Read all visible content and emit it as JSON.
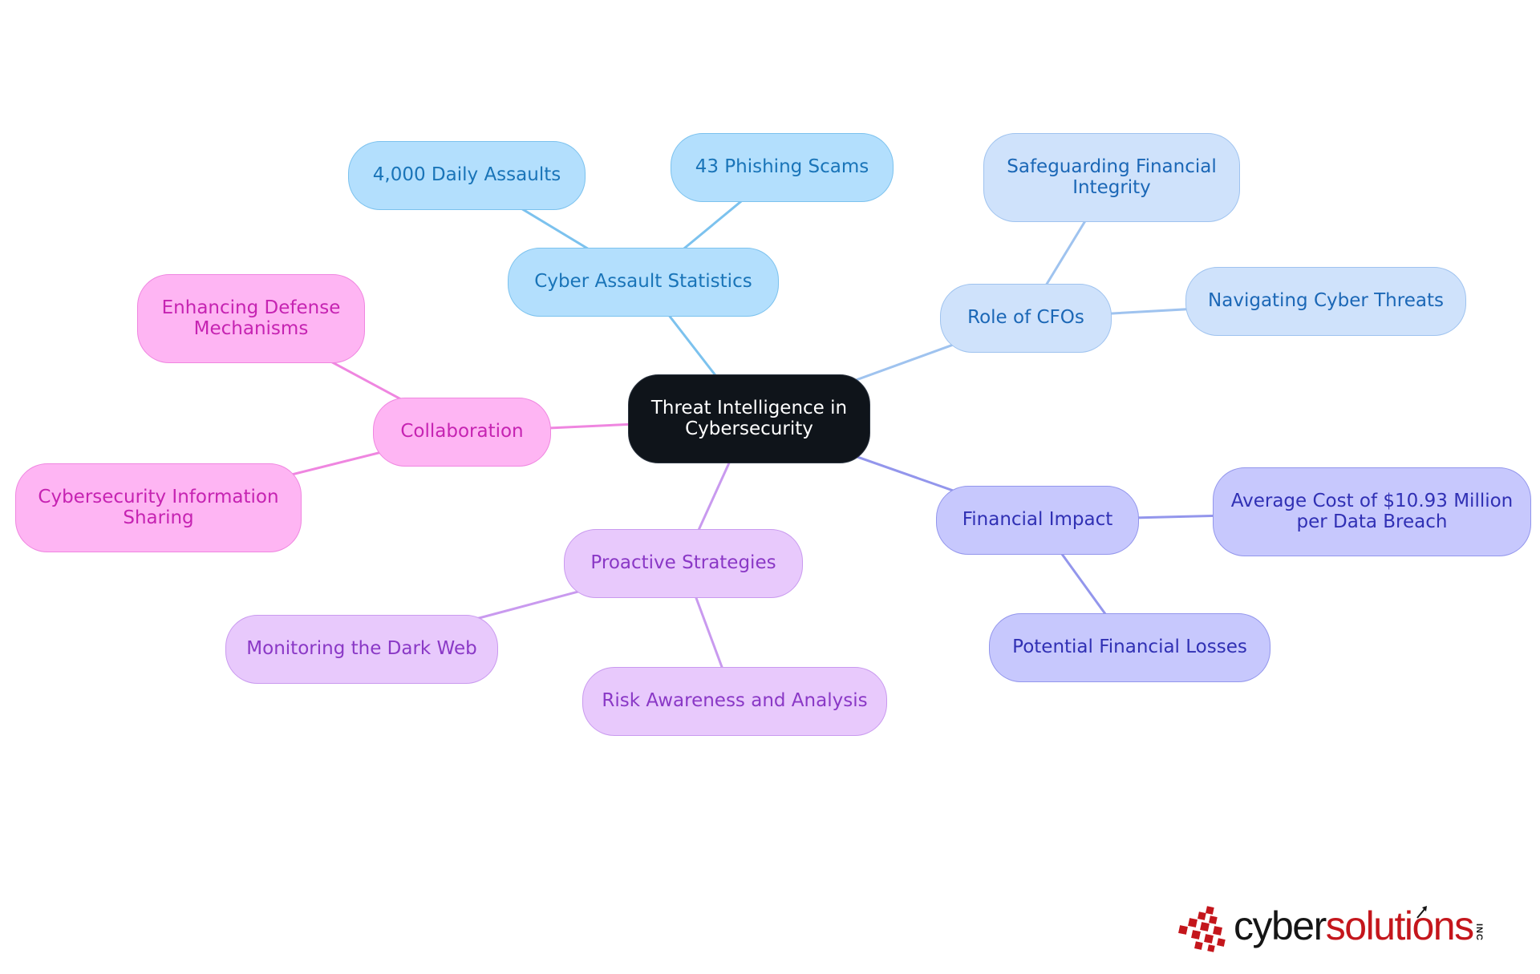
{
  "diagram": {
    "center": {
      "label": "Threat Intelligence in Cybersecurity",
      "lines": [
        "Threat Intelligence in",
        "Cybersecurity"
      ]
    },
    "branches": [
      {
        "id": "cyber-assault-statistics",
        "label": "Cyber Assault Statistics",
        "color": "#7cc2ee",
        "children": [
          {
            "id": "daily-assaults",
            "label": "4,000 Daily Assaults"
          },
          {
            "id": "phishing-scams",
            "label": "43 Phishing Scams"
          }
        ]
      },
      {
        "id": "role-of-cfos",
        "label": "Role of CFOs",
        "color": "#9fc3ef",
        "children": [
          {
            "id": "safeguarding-financial-integrity",
            "label": "Safeguarding Financial Integrity",
            "lines": [
              "Safeguarding Financial",
              "Integrity"
            ]
          },
          {
            "id": "navigating-cyber-threats",
            "label": "Navigating Cyber Threats"
          }
        ]
      },
      {
        "id": "financial-impact",
        "label": "Financial Impact",
        "color": "#9396ec",
        "children": [
          {
            "id": "average-cost",
            "label": "Average Cost of $10.93 Million per Data Breach",
            "lines": [
              "Average Cost of $10.93 Million",
              "per Data Breach"
            ]
          },
          {
            "id": "potential-financial-losses",
            "label": "Potential Financial Losses"
          }
        ]
      },
      {
        "id": "proactive-strategies",
        "label": "Proactive Strategies",
        "color": "#c99aef",
        "children": [
          {
            "id": "monitoring-dark-web",
            "label": "Monitoring the Dark Web"
          },
          {
            "id": "risk-awareness",
            "label": "Risk Awareness and Analysis"
          }
        ]
      },
      {
        "id": "collaboration",
        "label": "Collaboration",
        "color": "#ef86e0",
        "children": [
          {
            "id": "enhancing-defense",
            "label": "Enhancing Defense Mechanisms",
            "lines": [
              "Enhancing Defense",
              "Mechanisms"
            ]
          },
          {
            "id": "info-sharing",
            "label": "Cybersecurity Information Sharing",
            "lines": [
              "Cybersecurity Information",
              "Sharing"
            ]
          }
        ]
      }
    ]
  },
  "logo": {
    "text_dark": "cyber",
    "text_red": "solutions",
    "suffix": "INC",
    "brand_red": "#c4161c"
  }
}
